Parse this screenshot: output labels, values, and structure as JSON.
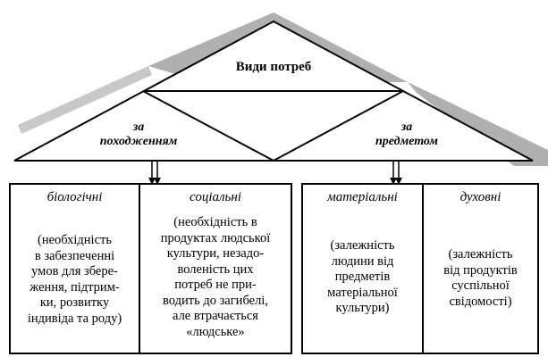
{
  "diagram": {
    "title": "Види потреб",
    "branches": [
      {
        "lines": [
          "за",
          "походженням"
        ],
        "categories": [
          {
            "title": "біологічні",
            "description_lines": [
              "(необхідність",
              "в забезпеченні",
              "умов для збере-",
              "ження, підтрим-",
              "ки, розвитку",
              "індивіда та роду)"
            ]
          },
          {
            "title": "соціальні",
            "description_lines": [
              "(необхідність в",
              "продуктах людської",
              "культури, незадо-",
              "воленість цих",
              "потреб не при-",
              "водить до загибелі,",
              "але втрачається",
              "«людське»"
            ]
          }
        ]
      },
      {
        "lines": [
          "за",
          "предметом"
        ],
        "categories": [
          {
            "title": "матеріальні",
            "description_lines": [
              "(залежність",
              "людини від",
              "предметів",
              "матеріальної",
              "культури)"
            ]
          },
          {
            "title": "духовні",
            "description_lines": [
              "(залежність",
              "від продуктів",
              "суспільної",
              "свідомості)"
            ]
          }
        ]
      }
    ]
  },
  "colors": {
    "line": "#000000",
    "shadow": "#b0b0b0",
    "background": "#ffffff"
  }
}
